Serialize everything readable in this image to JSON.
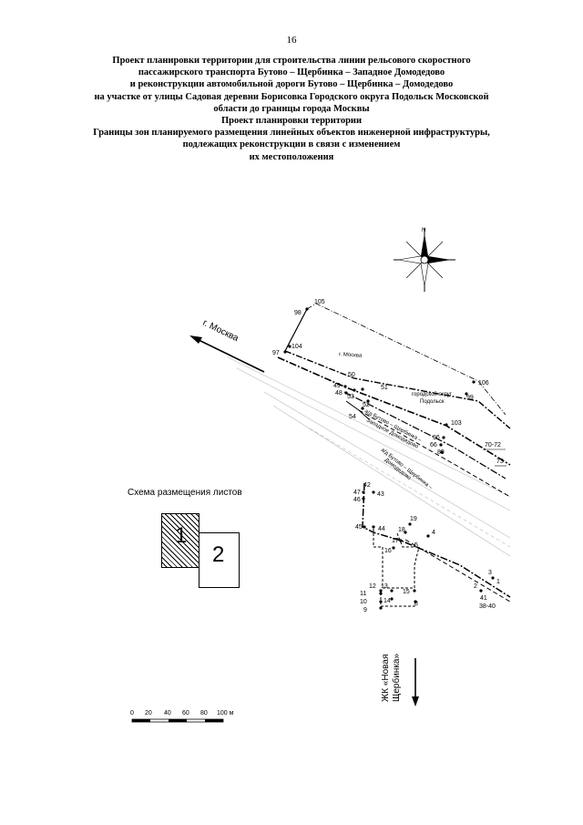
{
  "page_number": "16",
  "heading": [
    "Проект планировки территории для строительства линии рельсового скоростного",
    "пассажирского транспорта Бутово – Щербинка – Западное Домодедово",
    "и реконструкции автомобильной дороги Бутово – Щербинка – Домодедово",
    "на участке от улицы Садовая деревни Борисовка Городского округа Подольск Московской",
    "области до границы города Москвы",
    "Проект планировки территории",
    "Границы зон планируемого размещения линейных объектов инженерной инфраструктуры,",
    "подлежащих реконструкции в связи с изменением",
    "их местоположения"
  ],
  "map": {
    "compass_letter": "N",
    "direction_label": "г. Москва",
    "area_moscow": "г. Москва",
    "area_podolsk_1": "городской округ",
    "area_podolsk_2": "Подольск",
    "road_label_1": "а/д Бутово – Щербинка –",
    "road_label_2": "Западное Домодедово",
    "road_label_3": "а/д Бутово – Щербинка –",
    "road_label_4": "Домодедово",
    "destination_1": "ЖК «Новая",
    "destination_2": "Щербинка»",
    "points": {
      "p105": "105",
      "p98": "98",
      "p104": "104",
      "p97": "97",
      "p50": "50",
      "p49": "49",
      "p48": "48",
      "p53": "53",
      "p51": "51",
      "p52": "52",
      "p54": "54",
      "p106": "106",
      "p99": "99",
      "p103": "103",
      "p96": "96",
      "p66": "66",
      "p89": "89",
      "p7072": "70-72",
      "p73": "73",
      "p42": "42",
      "p47": "47",
      "p46": "46",
      "p43": "43",
      "p45": "45",
      "p44": "44",
      "p19": "19",
      "p18": "18",
      "p4": "4",
      "p17": "17",
      "p16": "16",
      "p5": "5",
      "p12": "12",
      "p13": "13",
      "p11": "11",
      "p10": "10",
      "p14": "14",
      "p15": "15",
      "p9": "9",
      "p8": "8",
      "p3": "3",
      "p1": "1",
      "p2": "2",
      "p41": "41",
      "p3840": "38-40"
    }
  },
  "scheme": {
    "title": "Схема размещения листов",
    "sheet1": "1",
    "sheet2": "2"
  },
  "scale_bar": {
    "labels": [
      "0",
      "20",
      "40",
      "60",
      "80",
      "100 м"
    ]
  }
}
